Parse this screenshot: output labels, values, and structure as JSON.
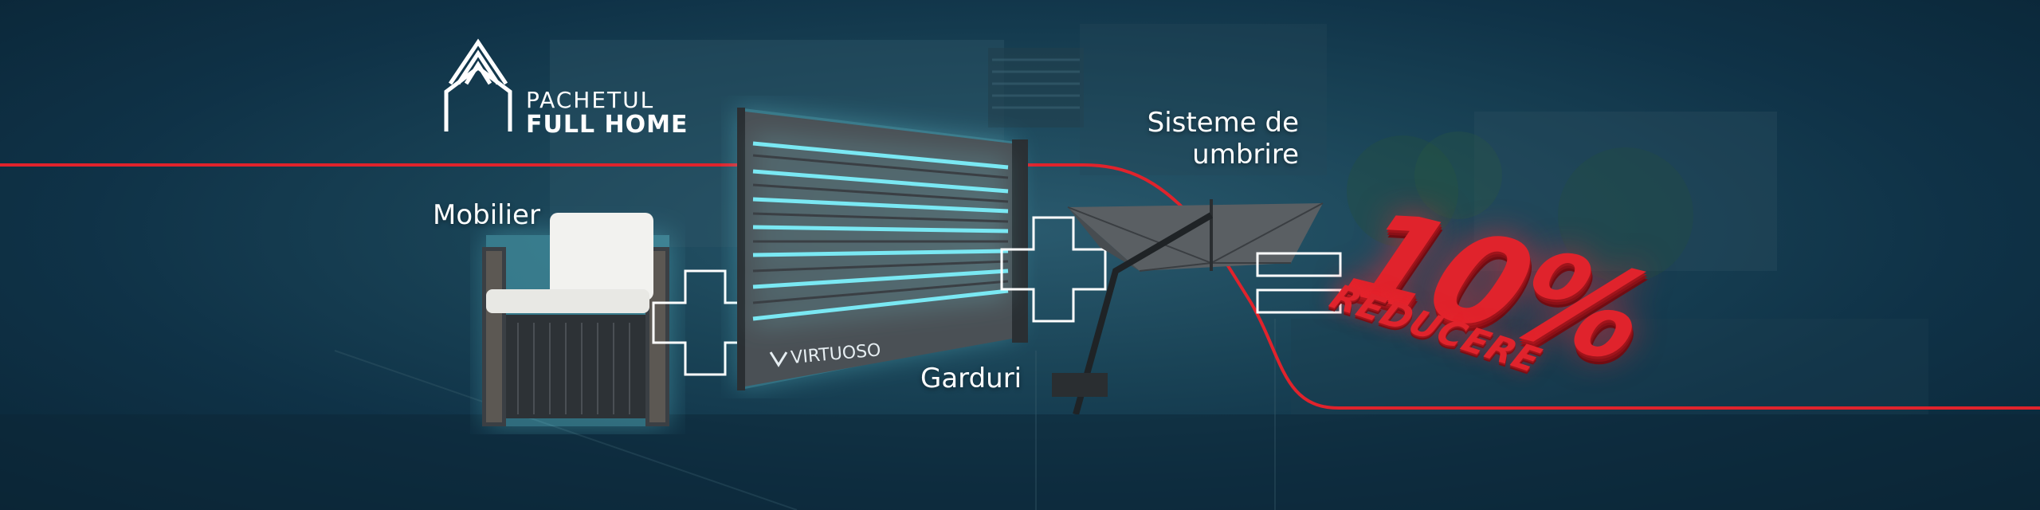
{
  "logo": {
    "line1": "PACHETUL",
    "line2": "FULL HOME"
  },
  "labels": {
    "mobilier": "Mobilier",
    "garduri": "Garduri",
    "umbrire": "Sisteme de umbrire"
  },
  "fence_brand": "VIRTUOSO",
  "discount": {
    "value": "10%",
    "word": "REDUCERE"
  },
  "colors": {
    "accent_red": "#e0232c",
    "glow_cyan": "#6fe3f0",
    "background": "#0f3247"
  },
  "icons": [
    "house-logo-icon",
    "plus-icon",
    "plus-icon",
    "equals-icon"
  ]
}
